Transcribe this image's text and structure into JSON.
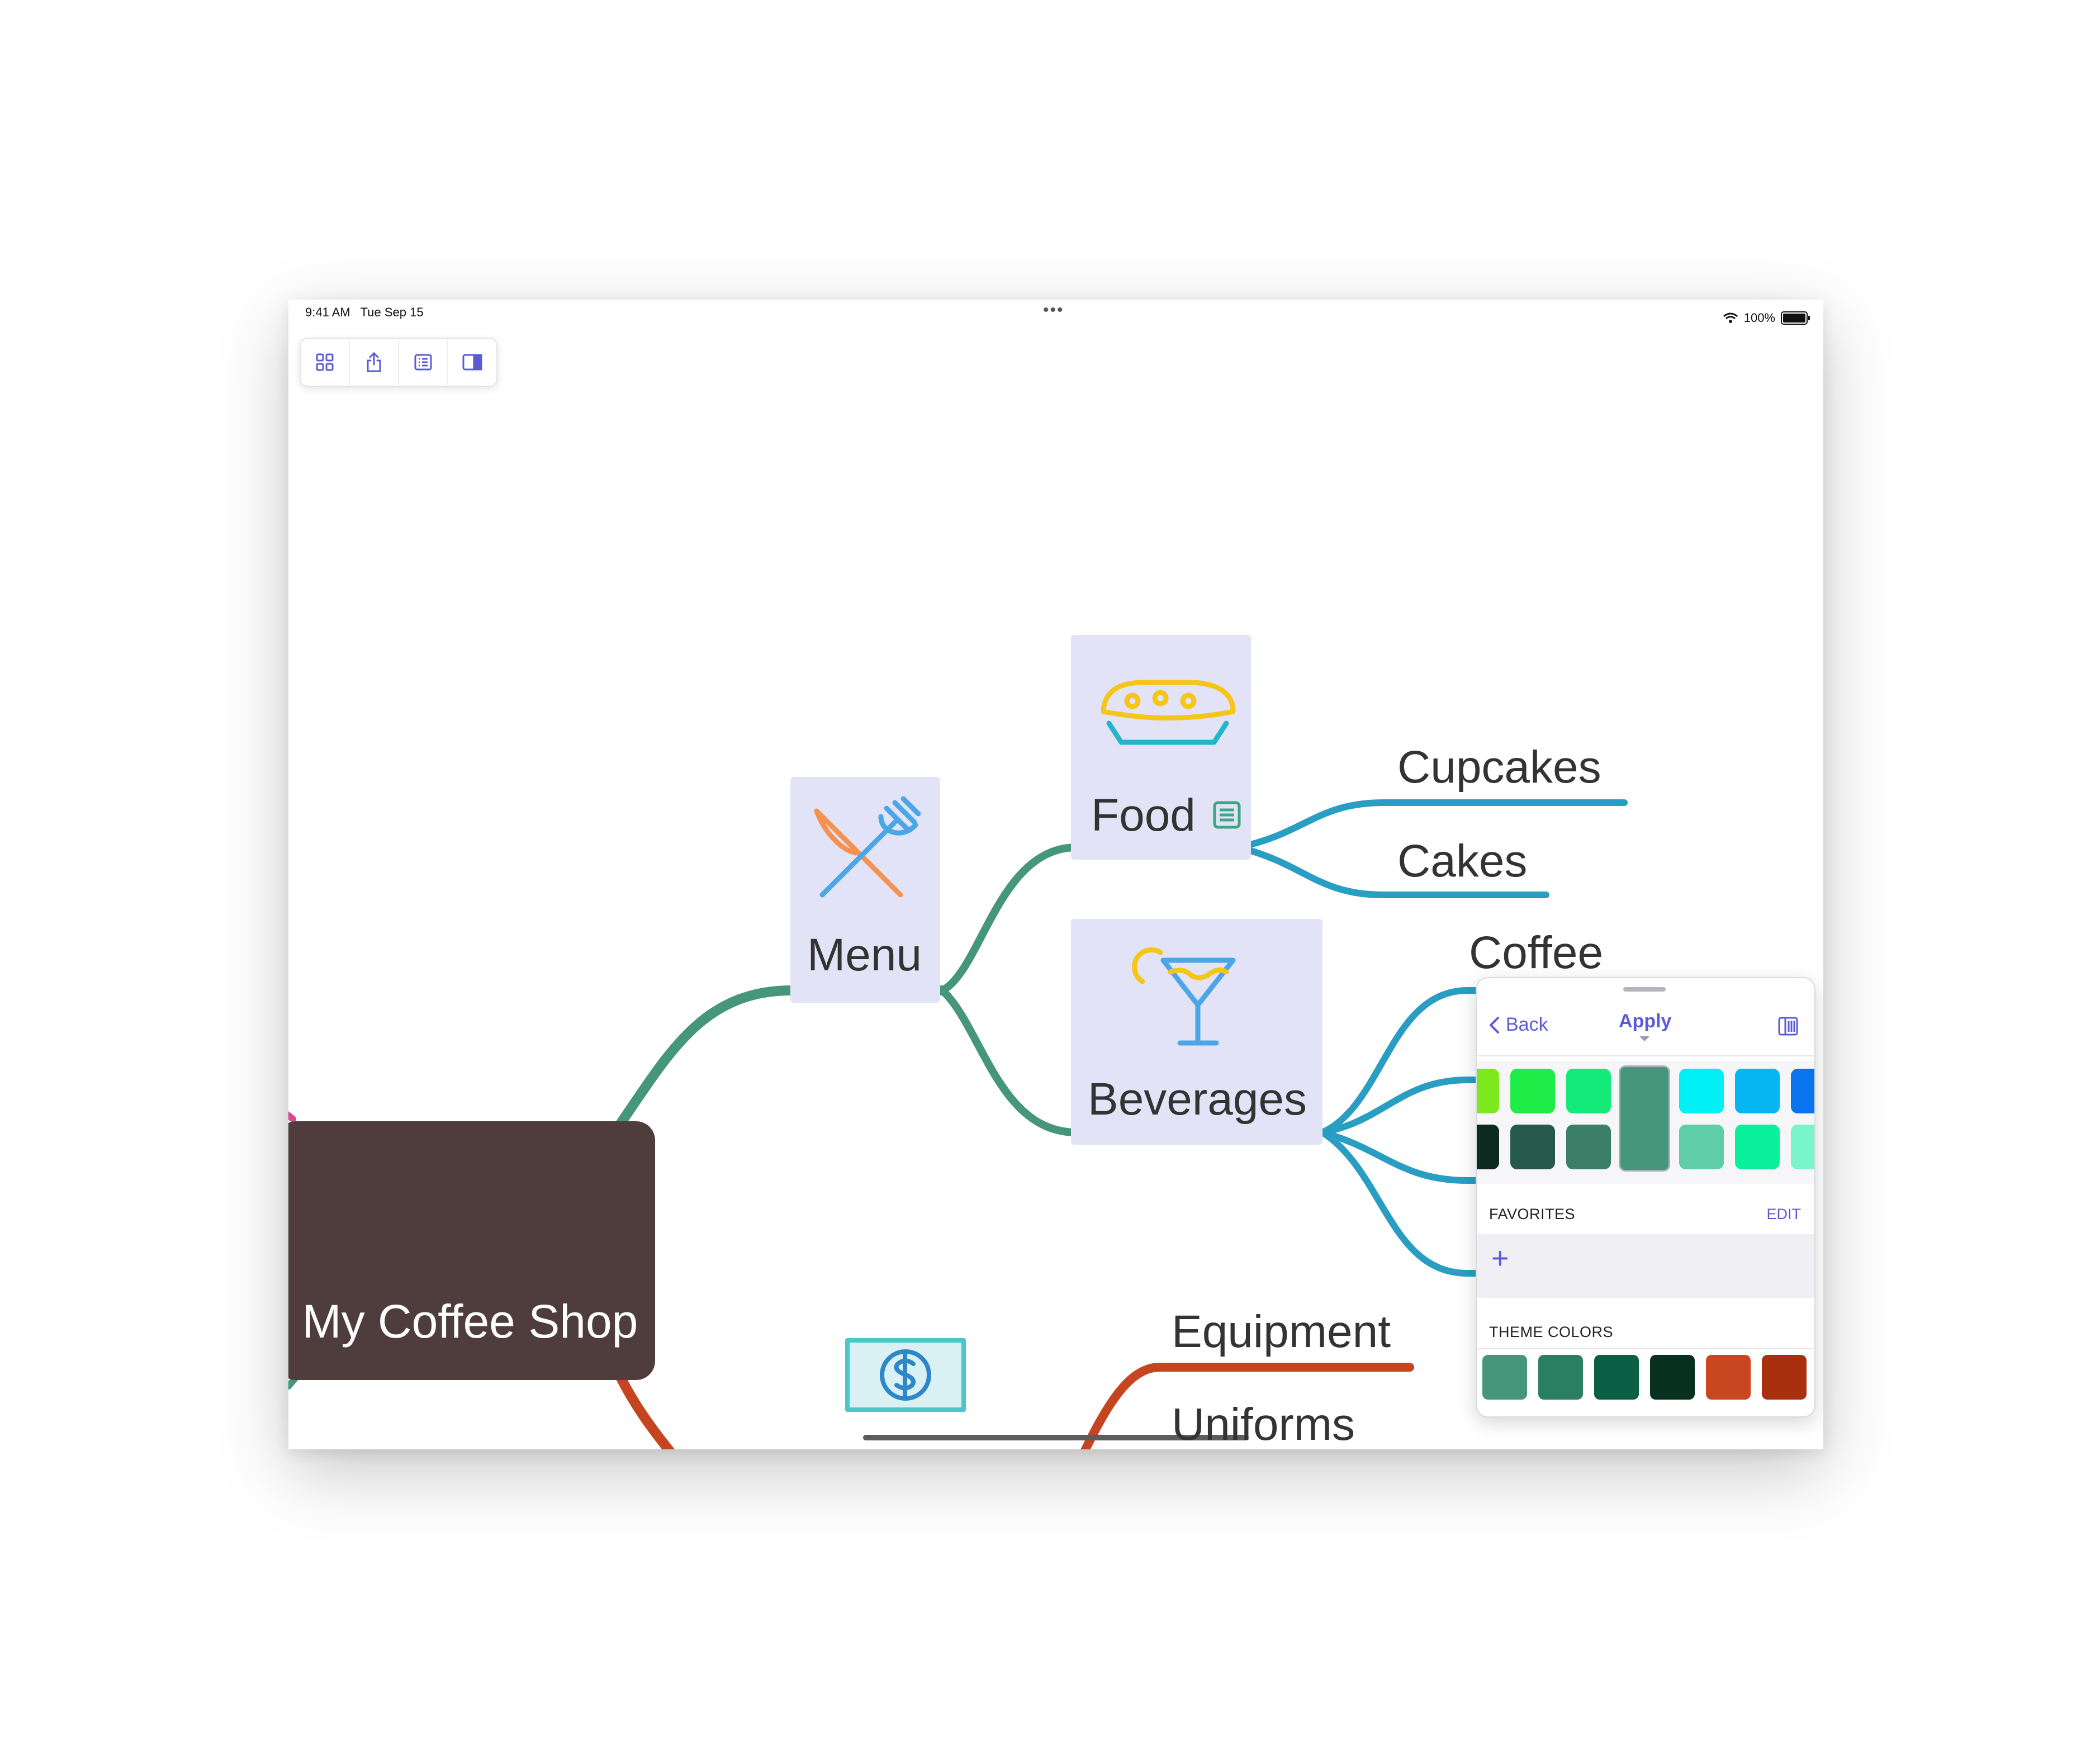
{
  "status_bar": {
    "time": "9:41 AM",
    "date": "Tue Sep 15",
    "battery": "100%"
  },
  "toolbar": {
    "buttons": [
      "grid-icon",
      "share-icon",
      "outline-icon",
      "inspector-icon"
    ]
  },
  "mindmap": {
    "root": "My Coffee Shop",
    "menu": "Menu",
    "food": "Food",
    "beverages": "Beverages",
    "cupcakes": "Cupcakes",
    "cakes": "Cakes",
    "coffee": "Coffee",
    "equipment": "Equipment",
    "uniforms": "Uniforms",
    "colors": {
      "root_fill": "#4f3d3d",
      "menu_branch": "#45967b",
      "sub_branch": "#2a9ec2",
      "cost_branch": "#c54520",
      "node_fill": "#e3e3f7"
    }
  },
  "color_panel": {
    "back_label": "Back",
    "apply_label": "Apply",
    "favorites_label": "FAVORITES",
    "edit_label": "EDIT",
    "add_label": "+",
    "theme_colors_label": "THEME COLORS",
    "selected_color": "#45967b",
    "palette_top_row": [
      "#7ee81f",
      "#1fec46",
      "#14ea7a",
      "#00f0f5",
      "#05b6f2",
      "#0a74f0"
    ],
    "palette_bottom_row": [
      "#0d2a21",
      "#27594a",
      "#3b7f69",
      "#5ecda8",
      "#09f09a",
      "#79f5cc"
    ],
    "theme_colors": [
      "#45967b",
      "#2a7f62",
      "#0b5f45",
      "#07301f",
      "#c94621",
      "#a9300f"
    ]
  }
}
